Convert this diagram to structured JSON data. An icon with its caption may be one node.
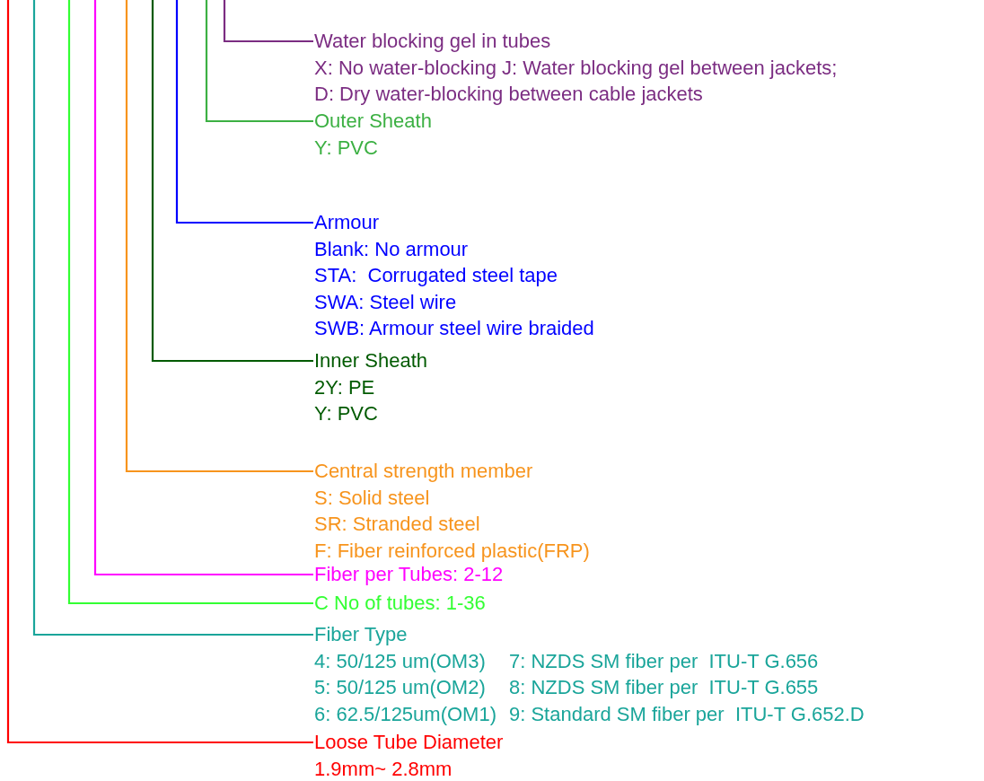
{
  "diagram": {
    "nodes": [
      {
        "text": [
          "Water blocking gel in tubes",
          "X: No water-blocking J: Water blocking gel between jackets;",
          "D: Dry water-blocking between cable jackets"
        ]
      },
      {
        "text": [
          "Outer Sheath",
          "Y: PVC"
        ]
      },
      {
        "text": [
          "Armour",
          "Blank: No armour",
          "STA:  Corrugated steel tape",
          "SWA: Steel wire",
          "SWB: Armour steel wire braided"
        ]
      },
      {
        "text": [
          "Inner Sheath",
          "2Y: PE",
          "Y: PVC"
        ]
      },
      {
        "text": [
          "Central strength member",
          "S: Solid steel",
          "SR: Stranded steel",
          "F: Fiber reinforced plastic(FRP)"
        ]
      },
      {
        "text": [
          "Fiber per Tubes: 2-12"
        ]
      },
      {
        "text": [
          "C No of tubes: 1-36"
        ]
      },
      {
        "text": [
          "Fiber Type",
          "4: 50/125 um(OM3)",
          "7: NZDS SM fiber per  ITU-T G.656",
          "5: 50/125 um(OM2)",
          "8: NZDS SM fiber per  ITU-T G.655",
          "6: 62.5/125um(OM1)",
          "9: Standard SM fiber per  ITU-T G.652.D"
        ]
      },
      {
        "text": [
          "Loose Tube Diameter",
          "1.9mm~ 2.8mm"
        ]
      }
    ],
    "edges": [
      {
        "from": null,
        "to": 0,
        "arrow": "none",
        "color": "#7b2d82"
      },
      {
        "from": null,
        "to": 1,
        "arrow": "none",
        "color": "#3cb043"
      },
      {
        "from": null,
        "to": 2,
        "arrow": "none",
        "color": "#0000ff"
      },
      {
        "from": null,
        "to": 3,
        "arrow": "none",
        "color": "#005a00"
      },
      {
        "from": null,
        "to": 4,
        "arrow": "none",
        "color": "#f7941d"
      },
      {
        "from": null,
        "to": 5,
        "arrow": "none",
        "color": "#ff00ff"
      },
      {
        "from": null,
        "to": 6,
        "arrow": "none",
        "color": "#33ff33"
      },
      {
        "from": null,
        "to": 7,
        "arrow": "none",
        "color": "#1aa59a"
      },
      {
        "from": null,
        "to": 8,
        "arrow": "none",
        "color": "#ff0000"
      }
    ]
  }
}
